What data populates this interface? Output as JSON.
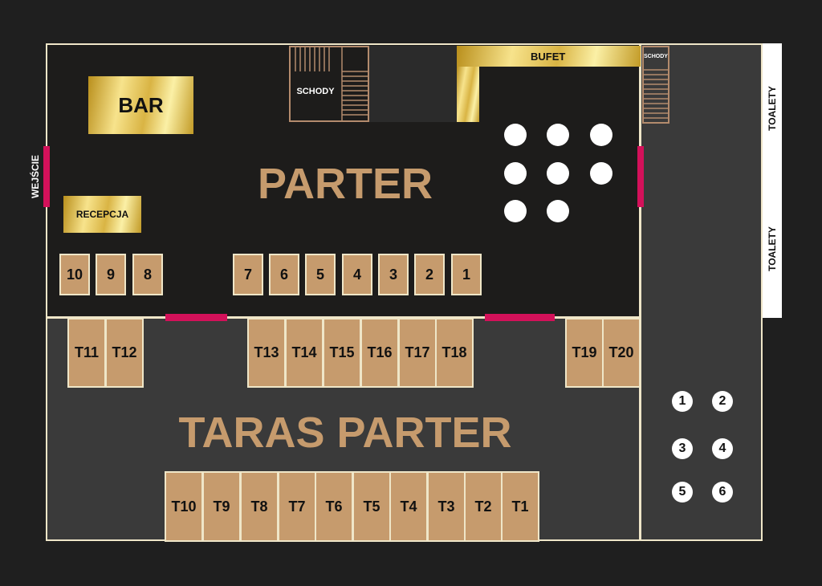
{
  "title": "PARTER",
  "terrace_title": "TARAS PARTER",
  "labels": {
    "bar": "BAR",
    "recepcja": "RECEPCJA",
    "bufet": "BUFET",
    "schody": "SCHODY",
    "schody_small": "SCHODY",
    "wejscie": "WEJŚCIE",
    "toalety_top": "TOALETY",
    "toalety_bottom": "TOALETY"
  },
  "parter_tables": [
    "10",
    "9",
    "8",
    "7",
    "6",
    "5",
    "4",
    "3",
    "2",
    "1"
  ],
  "terrace_upper_tables": [
    "T11",
    "T12",
    "T13",
    "T14",
    "T15",
    "T16",
    "T17",
    "T18",
    "T19",
    "T20"
  ],
  "terrace_lower_tables": [
    "T10",
    "T9",
    "T8",
    "T7",
    "T6",
    "T5",
    "T4",
    "T3",
    "T2",
    "T1"
  ],
  "numbered_spots": [
    "1",
    "2",
    "3",
    "4",
    "5",
    "6"
  ],
  "colors": {
    "background": "#1f1f1f",
    "parter_floor": "#1d1c1b",
    "terrace_floor": "#3a3a3a",
    "table": "#c69b6d",
    "title": "#c69b6d",
    "door": "#d3115a",
    "outline": "#efe6c8",
    "gold": "#e6c75a"
  }
}
